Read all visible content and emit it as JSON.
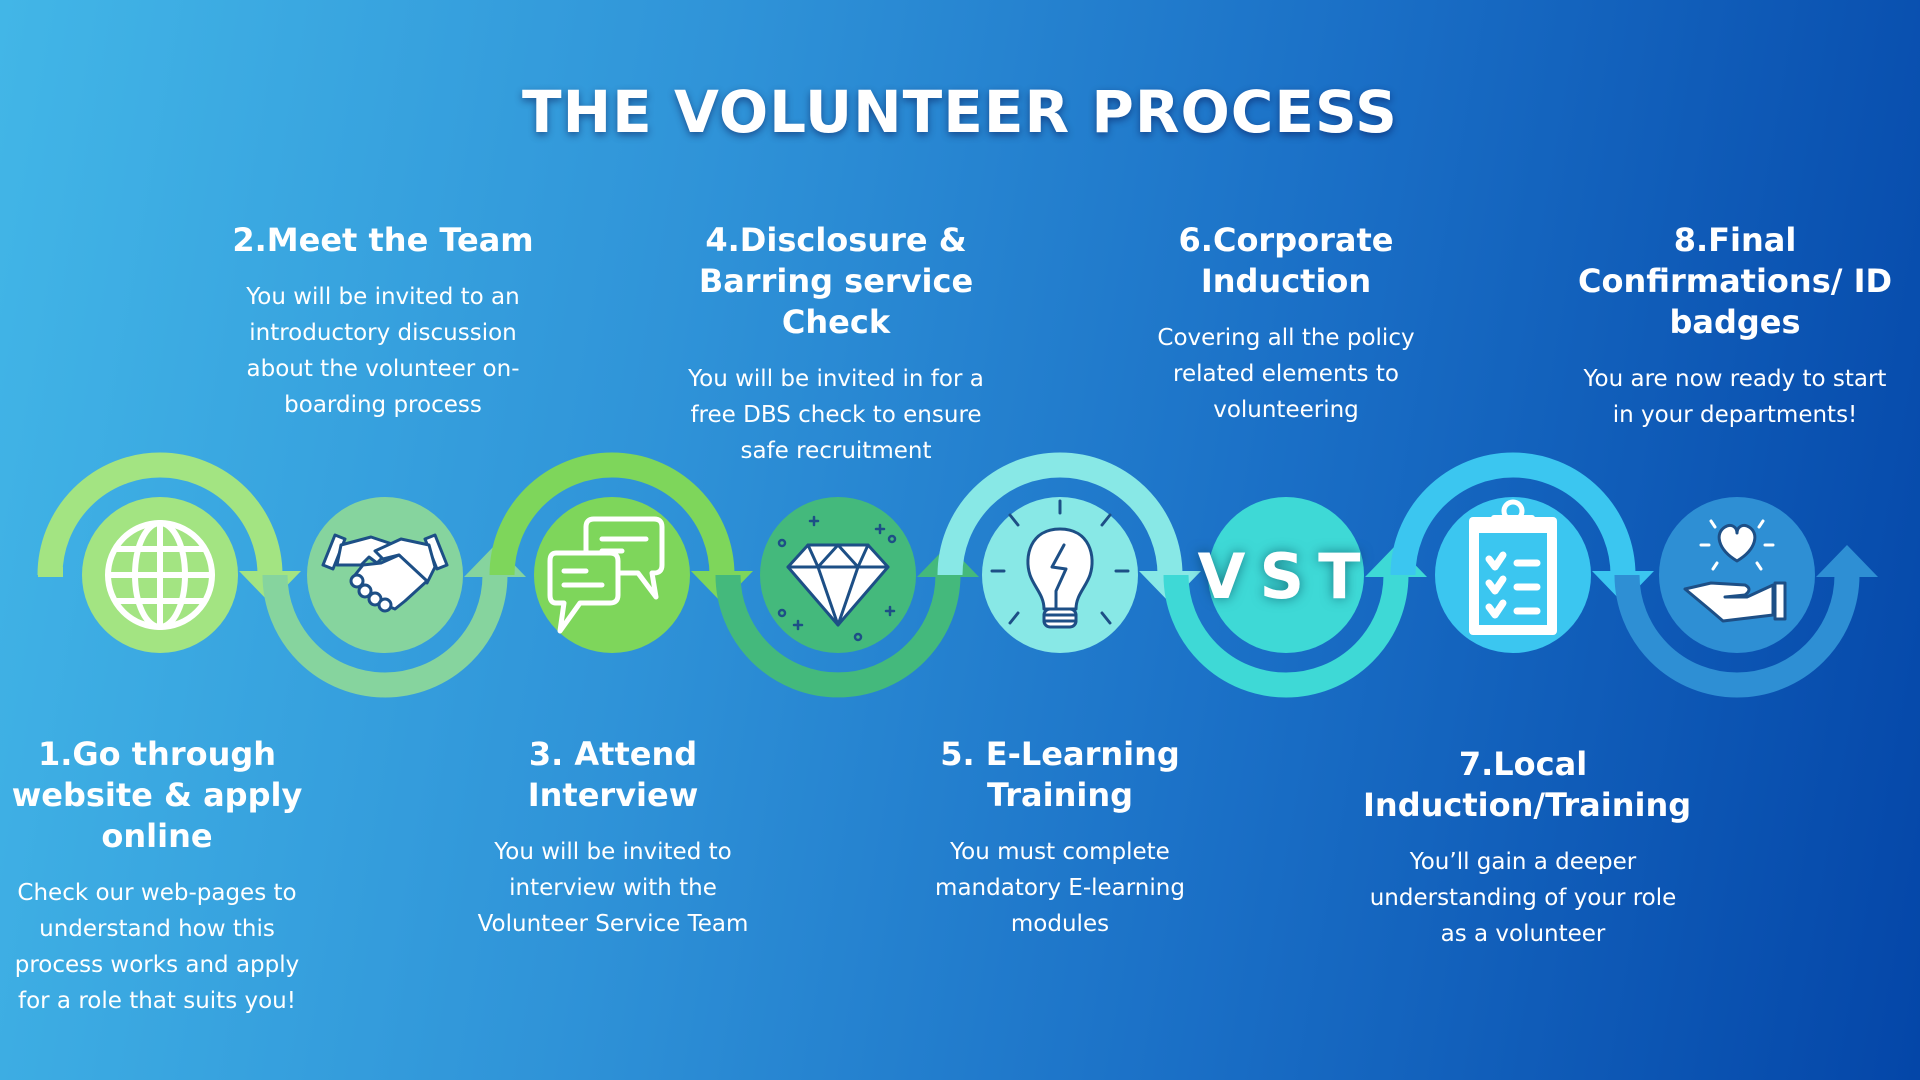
{
  "title": "THE VOLUNTEER PROCESS",
  "steps": [
    {
      "heading": "1.Go through website & apply online",
      "text": "Check our web-pages to understand how this process works and apply for a role that suits you!",
      "icon": "globe-icon",
      "color": "#a3e482"
    },
    {
      "heading": "2.Meet the Team",
      "text": "You will be invited to an introductory discussion about the volunteer on-boarding process",
      "icon": "handshake-icon",
      "color": "#86d49e"
    },
    {
      "heading": "3. Attend Interview",
      "text": "You will be invited to interview with the Volunteer Service Team",
      "icon": "chat-bubbles-icon",
      "color": "#7ed65b"
    },
    {
      "heading": "4.Disclosure & Barring service Check",
      "text": "You will be invited in for a free DBS check to ensure safe recruitment",
      "icon": "diamond-icon",
      "color": "#44b97c"
    },
    {
      "heading": "5. E-Learning Training",
      "text": "You must complete mandatory E-learning modules",
      "icon": "lightbulb-icon",
      "color": "#88e8e6"
    },
    {
      "heading": "6.Corporate Induction",
      "text": "Covering all the policy related elements to volunteering",
      "icon": "vst-logo",
      "color": "#3ed9d6"
    },
    {
      "heading": "7.Local Induction/Training",
      "text": "You’ll gain a deeper understanding of your role as a volunteer",
      "icon": "clipboard-checklist-icon",
      "color": "#3bc6f0"
    },
    {
      "heading": "8.Final Confirmations/ ID badges",
      "text": "You are now ready to start in your departments!",
      "icon": "heart-in-hand-icon",
      "color": "#2e8fd4"
    }
  ],
  "vst_label": "VST"
}
